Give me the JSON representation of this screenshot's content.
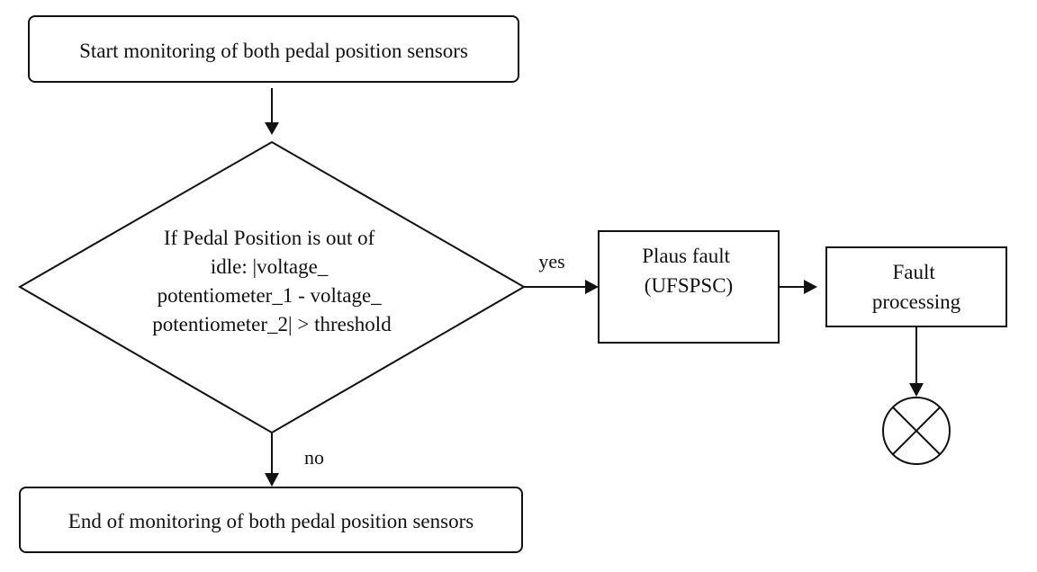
{
  "nodes": {
    "start": {
      "text": "Start monitoring of both pedal position sensors"
    },
    "decision": {
      "lines": [
        "If Pedal Position is out of",
        "idle: |voltage_",
        "potentiometer_1 - voltage_",
        "potentiometer_2| > threshold"
      ]
    },
    "plaus_fault": {
      "lines": [
        "Plaus fault",
        "(UFSPSC)"
      ]
    },
    "fault_processing": {
      "lines": [
        "Fault",
        "processing"
      ]
    },
    "end": {
      "text": "End of monitoring of both pedal position sensors"
    },
    "terminator": {
      "icon": "circle-x-icon"
    }
  },
  "edges": {
    "yes_label": "yes",
    "no_label": "no"
  }
}
